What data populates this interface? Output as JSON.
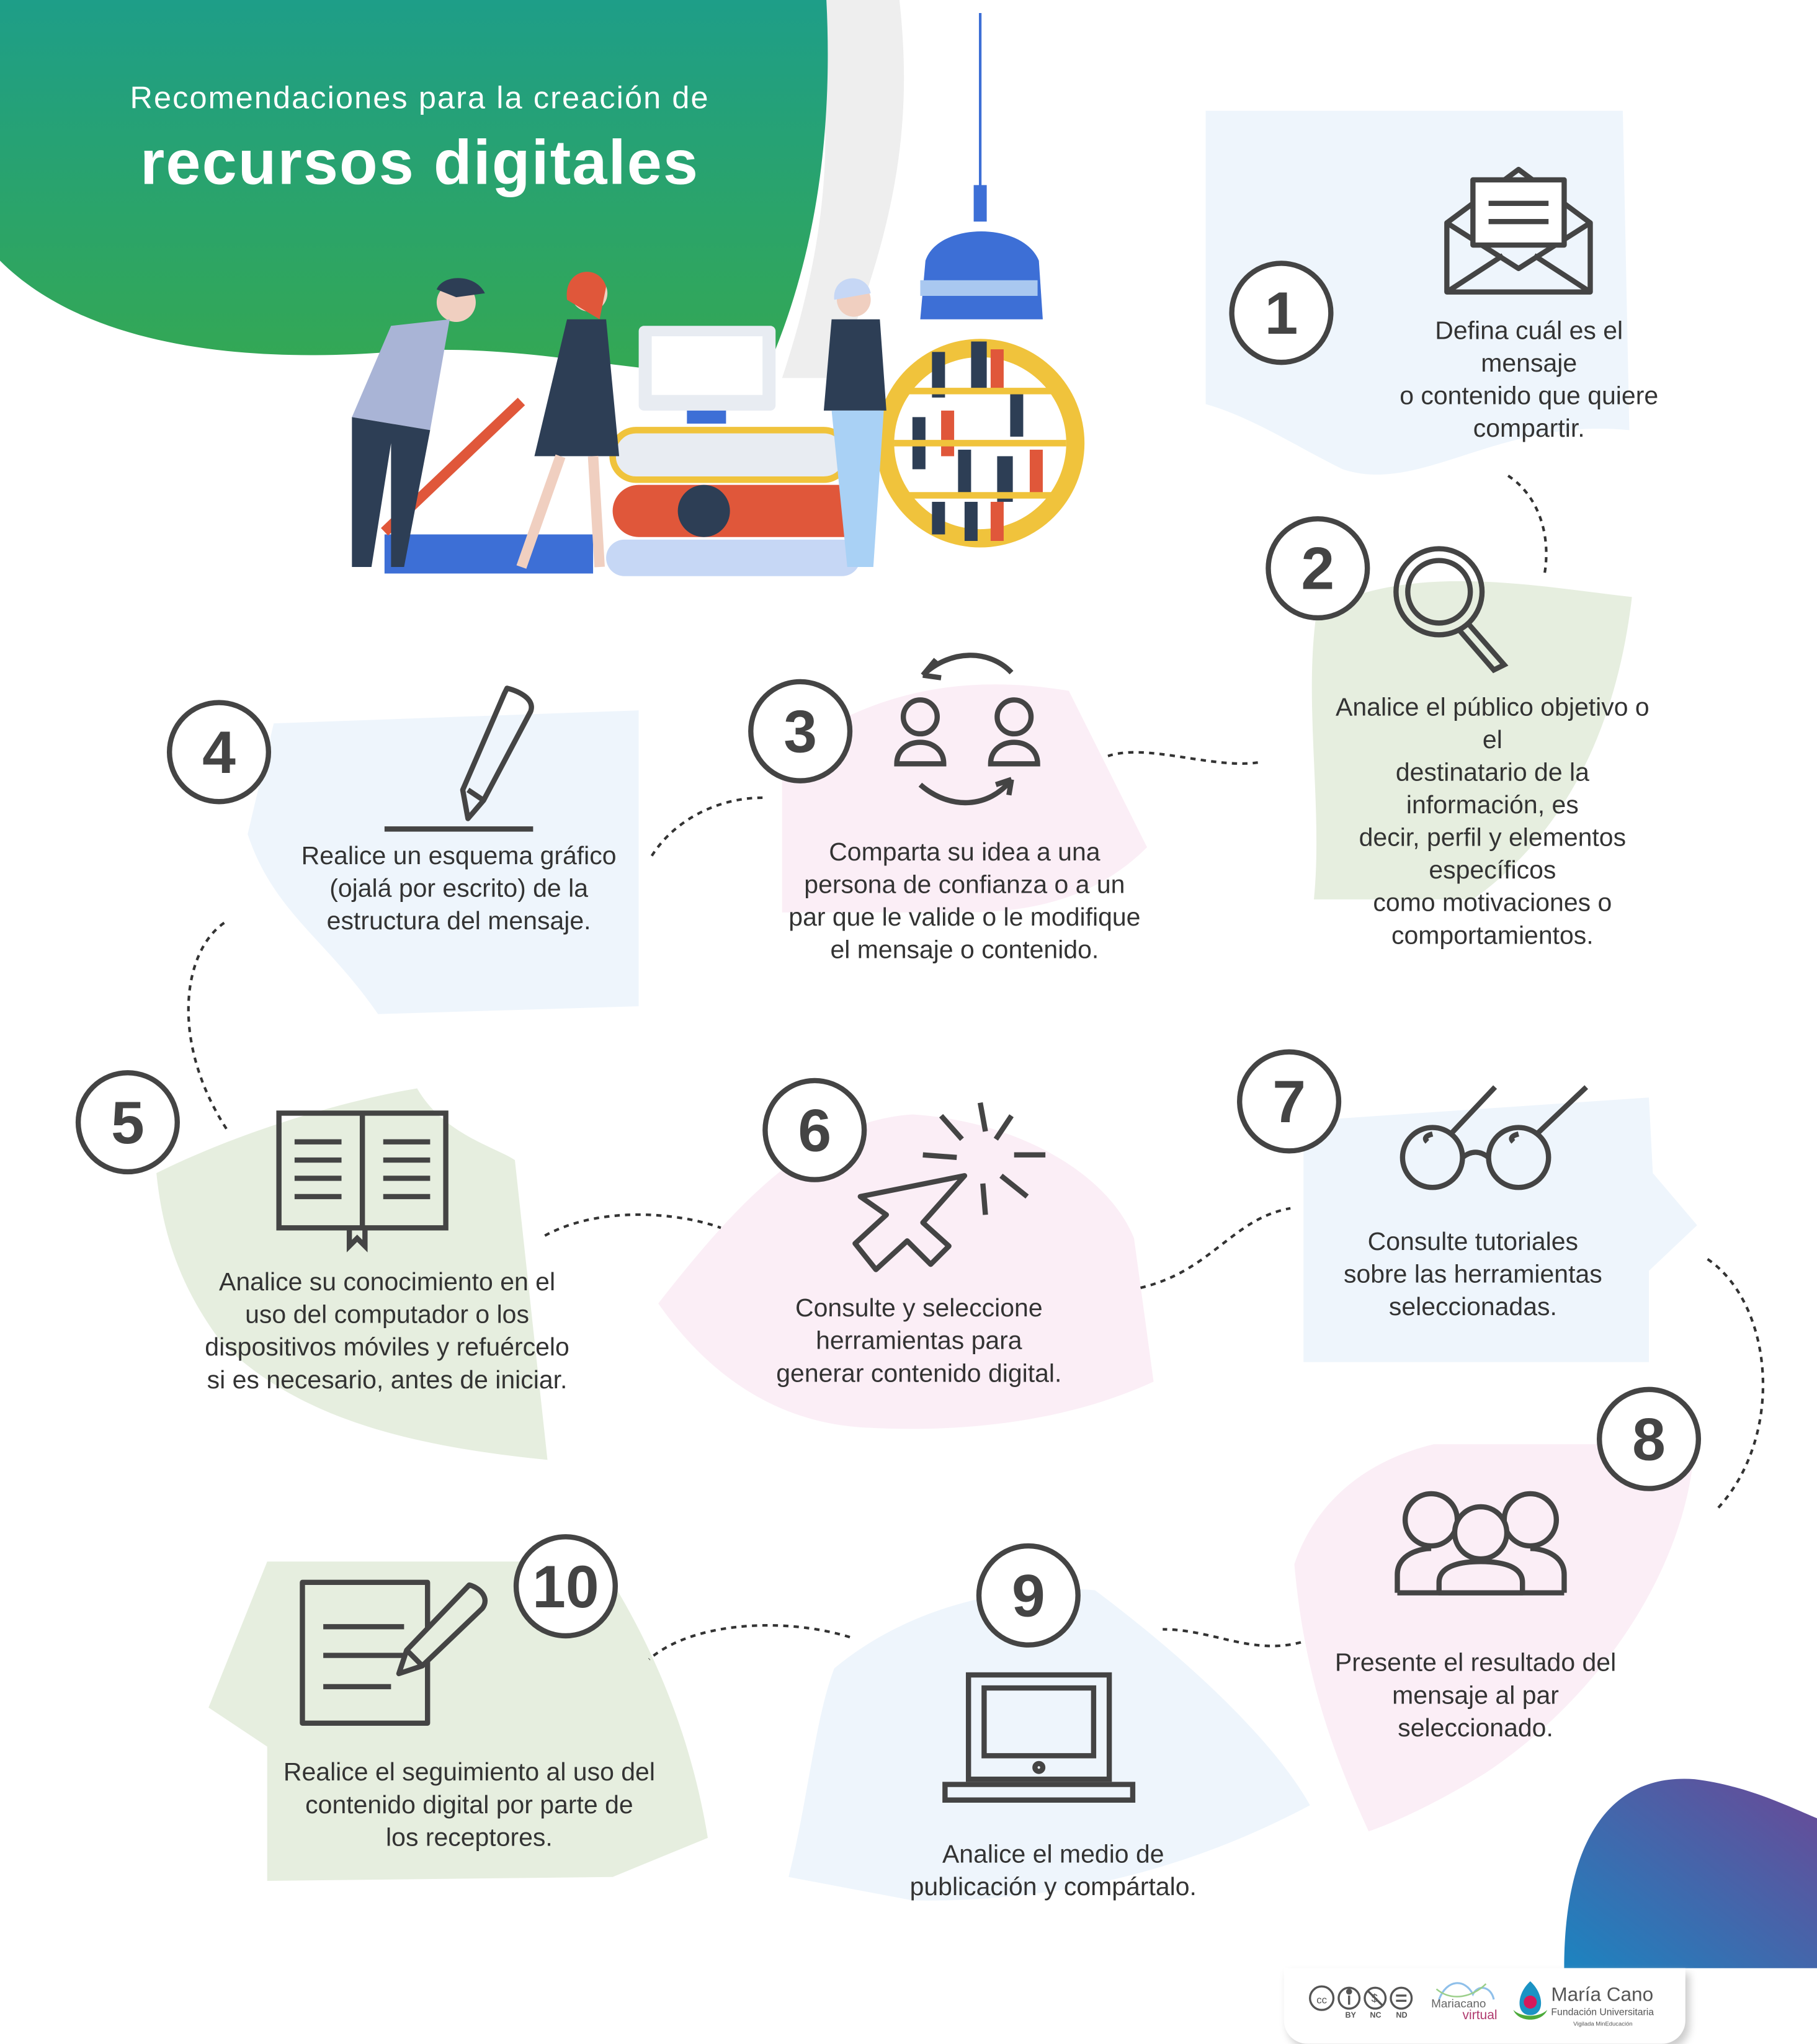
{
  "header": {
    "subtitle": "Recomendaciones para la creación de",
    "title": "recursos digitales"
  },
  "steps": [
    {
      "number": "1",
      "text": "Defina cuál es el mensaje\no contenido que quiere\ncompartir.",
      "icon": "envelope-icon"
    },
    {
      "number": "2",
      "text": "Analice el público objetivo o el\ndestinatario de la información, es\ndecir, perfil y elementos específicos\ncomo motivaciones o\ncomportamientos.",
      "icon": "magnifier-icon"
    },
    {
      "number": "3",
      "text": "Comparta su idea a una\npersona de confianza o a un\npar que le valide o le modifique\nel mensaje o contenido.",
      "icon": "people-exchange-icon"
    },
    {
      "number": "4",
      "text": "Realice un esquema gráfico\n(ojalá por escrito) de la\nestructura del mensaje.",
      "icon": "pencil-icon"
    },
    {
      "number": "5",
      "text": "Analice su conocimiento en el\nuso del computador o los\ndispositivos móviles y refuércelo\nsi es necesario, antes de iniciar.",
      "icon": "open-book-icon"
    },
    {
      "number": "6",
      "text": "Consulte y seleccione\nherramientas para\ngenerar contenido digital.",
      "icon": "cursor-click-icon"
    },
    {
      "number": "7",
      "text": "Consulte tutoriales\nsobre las herramientas\nseleccionadas.",
      "icon": "glasses-icon"
    },
    {
      "number": "8",
      "text": "Presente el resultado del\nmensaje al par\nseleccionado.",
      "icon": "group-icon"
    },
    {
      "number": "9",
      "text": "Analice el medio de\npublicación y compártalo.",
      "icon": "laptop-icon"
    },
    {
      "number": "10",
      "text": "Realice el seguimiento al uso del\ncontenido digital por parte de\nlos receptores.",
      "icon": "document-pen-icon"
    }
  ],
  "footer": {
    "license": [
      "BY",
      "NC",
      "ND"
    ],
    "virtual_logo": [
      "Mariacano",
      "virtual"
    ],
    "institution": "María Cano",
    "institution_sub": "Fundación Universitaria",
    "vigilada": "Vigilada MinEducación"
  },
  "colors": {
    "green_top": "#1e9e88",
    "green_bottom": "#34a853",
    "blob_blue": "#eef5fc",
    "blob_green": "#e6eedf",
    "blob_pink": "#fbeef6",
    "corner_start": "#1c84c0",
    "corner_end": "#6b4896"
  }
}
